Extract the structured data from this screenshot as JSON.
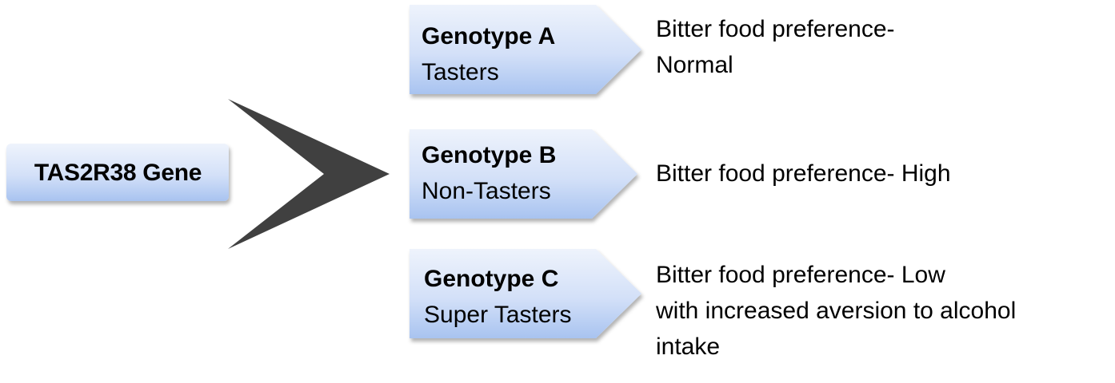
{
  "gene": {
    "label": "TAS2R38 Gene"
  },
  "genotypes": [
    {
      "title": "Genotype A",
      "subtitle": "Tasters",
      "outcome": [
        "Bitter food preference-",
        "Normal"
      ]
    },
    {
      "title": "Genotype B",
      "subtitle": "Non-Tasters",
      "outcome": [
        "Bitter food preference- High"
      ]
    },
    {
      "title": "Genotype C",
      "subtitle": "Super Tasters",
      "outcome": [
        "Bitter food preference- Low",
        "with increased aversion to alcohol",
        "intake"
      ]
    }
  ],
  "colors": {
    "box_top": "#e8eefa",
    "box_bottom": "#a9c4f2",
    "chevron": "#404040",
    "shadow": "#bfbfbf"
  }
}
